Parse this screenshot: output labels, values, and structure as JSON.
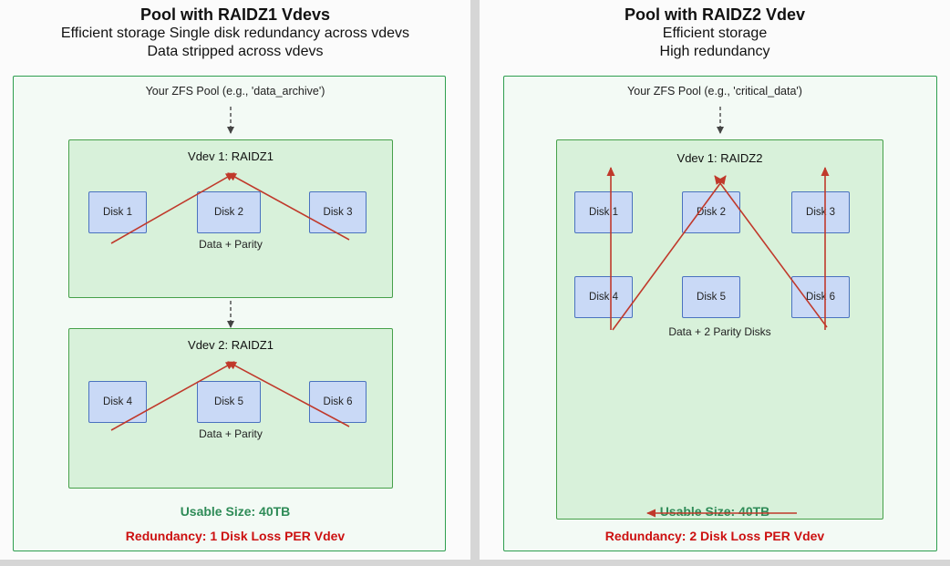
{
  "left": {
    "title": "Pool with RAIDZ1 Vdevs",
    "subtitle1": "Efficient storage  Single disk redundancy across vdevs",
    "subtitle2": "Data stripped across vdevs",
    "pool_label": "Your ZFS Pool (e.g., 'data_archive')",
    "vdevs": [
      {
        "label": "Vdev 1: RAIDZ1",
        "disks": [
          "Disk 1",
          "Disk 2",
          "Disk 3"
        ],
        "caption": "Data + Parity"
      },
      {
        "label": "Vdev 2: RAIDZ1",
        "disks": [
          "Disk 4",
          "Disk 5",
          "Disk 6"
        ],
        "caption": "Data + Parity"
      }
    ],
    "usable_size": "Usable Size: 40TB",
    "redundancy": "Redundancy: 1 Disk Loss PER Vdev"
  },
  "right": {
    "title": "Pool with RAIDZ2 Vdev",
    "subtitle1": "Efficient storage",
    "subtitle2": "High redundancy",
    "pool_label": "Your ZFS Pool (e.g., 'critical_data')",
    "vdev": {
      "label": "Vdev 1: RAIDZ2",
      "disks": [
        "Disk 1",
        "Disk 2",
        "Disk 3",
        "Disk 4",
        "Disk 5",
        "Disk 6"
      ],
      "caption": "Data + 2 Parity Disks"
    },
    "usable_size": "Usable Size: 40TB",
    "redundancy": "Redundancy: 2 Disk Loss PER Vdev"
  },
  "colors": {
    "pool_box_border": "#2e9e4f",
    "pool_box_fill": "#f3faf5",
    "vdev_box_fill": "#d8f1da",
    "vdev_box_border": "#45a049",
    "disk_fill": "#c9d9f6",
    "disk_border": "#4a72bf",
    "usable_text_green": "#2e8b57",
    "redundancy_text_red": "#cc1111",
    "arrow_red": "#c0392b",
    "arrow_dashed_gray": "#4a4a4a"
  }
}
